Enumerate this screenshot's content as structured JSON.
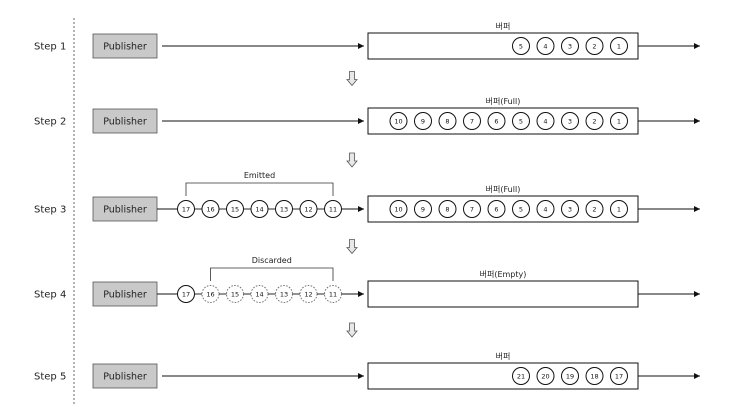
{
  "publisher_label": "Publisher",
  "steps": [
    {
      "label": "Step 1",
      "buffer_label": "버퍼",
      "buffer_items": [
        "5",
        "4",
        "3",
        "2",
        "1"
      ],
      "stream_items": []
    },
    {
      "label": "Step 2",
      "buffer_label": "버퍼(Full)",
      "buffer_items": [
        "10",
        "9",
        "8",
        "7",
        "6",
        "5",
        "4",
        "3",
        "2",
        "1"
      ],
      "stream_items": []
    },
    {
      "label": "Step 3",
      "buffer_label": "버퍼(Full)",
      "buffer_items": [
        "10",
        "9",
        "8",
        "7",
        "6",
        "5",
        "4",
        "3",
        "2",
        "1"
      ],
      "stream_items": [
        {
          "text": "17",
          "style": "solid"
        },
        {
          "text": "16",
          "style": "solid"
        },
        {
          "text": "15",
          "style": "solid"
        },
        {
          "text": "14",
          "style": "solid"
        },
        {
          "text": "13",
          "style": "solid"
        },
        {
          "text": "12",
          "style": "solid"
        },
        {
          "text": "11",
          "style": "solid"
        }
      ],
      "bracket": "Emitted"
    },
    {
      "label": "Step 4",
      "buffer_label": "버퍼(Empty)",
      "buffer_items": [],
      "stream_items": [
        {
          "text": "17",
          "style": "solid"
        },
        {
          "text": "16",
          "style": "dashed"
        },
        {
          "text": "15",
          "style": "dashed"
        },
        {
          "text": "14",
          "style": "dashed"
        },
        {
          "text": "13",
          "style": "dashed"
        },
        {
          "text": "12",
          "style": "dashed"
        },
        {
          "text": "11",
          "style": "dashed"
        }
      ],
      "bracket": "Discarded"
    },
    {
      "label": "Step 5",
      "buffer_label": "버퍼",
      "buffer_items": [
        "21",
        "20",
        "19",
        "18",
        "17"
      ],
      "stream_items": []
    }
  ]
}
